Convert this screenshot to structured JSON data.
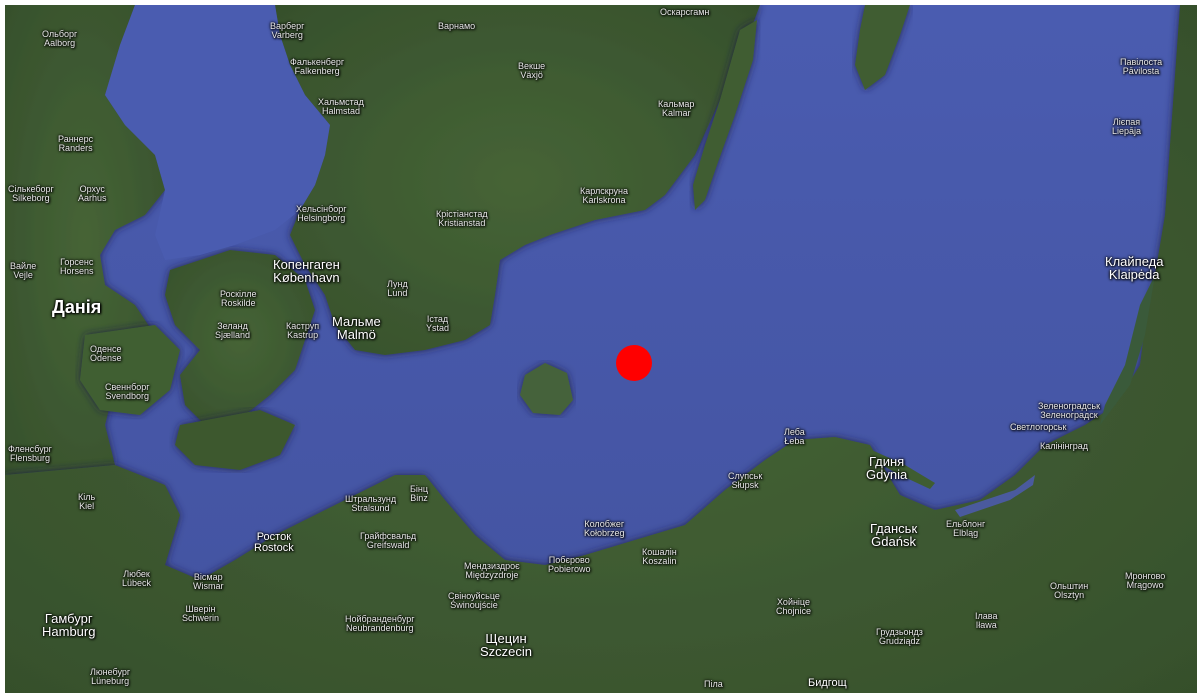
{
  "map": {
    "background": "satellite",
    "colors": {
      "sea": "#4657a8",
      "land": "#3f5a31",
      "marker": "#ff0000"
    },
    "marker": {
      "label": ""
    },
    "labels": {
      "denmark": "Данія",
      "copenhagen": [
        "Копенгаген",
        "København"
      ],
      "malmo": [
        "Мальме",
        "Malmö"
      ],
      "lund": [
        "Лунд",
        "Lund"
      ],
      "helsingborg": [
        "Хельсінборг",
        "Helsingborg"
      ],
      "kristianstad": [
        "Крістіанстад",
        "Kristianstad"
      ],
      "karlskrona": [
        "Карлскруна",
        "Karlskrona"
      ],
      "kalmar": [
        "Кальмар",
        "Kalmar"
      ],
      "vaxjo": [
        "Векше",
        "Växjö"
      ],
      "halmstad": [
        "Хальмстад",
        "Halmstad"
      ],
      "falkenberg": [
        "Фалькенберг",
        "Falkenberg"
      ],
      "varberg": [
        "Варберг",
        "Varberg"
      ],
      "aalborg": [
        "Ольборг",
        "Aalborg"
      ],
      "randers": [
        "Раннерс",
        "Randers"
      ],
      "aarhus": [
        "Орхус",
        "Aarhus"
      ],
      "silkeborg": [
        "Сількеборг",
        "Silkeborg"
      ],
      "horsens": [
        "Горсенс",
        "Horsens"
      ],
      "vejle": [
        "Вайле",
        "Vejle"
      ],
      "odense": [
        "Оденсе",
        "Odense"
      ],
      "svendborg": [
        "Свеннборг",
        "Svendborg"
      ],
      "roskilde": [
        "Роскілле",
        "Roskilde"
      ],
      "kastrup": [
        "Каструп",
        "Kastrup"
      ],
      "zeeland": [
        "Зеланд",
        "Sjælland"
      ],
      "ystad": [
        "Істад",
        "Ystad"
      ],
      "flensburg": [
        "Фленсбург",
        "Flensburg"
      ],
      "kiel": [
        "Кіль",
        "Kiel"
      ],
      "lubeck": [
        "Любек",
        "Lübeck"
      ],
      "hamburg": [
        "Гамбург",
        "Hamburg"
      ],
      "luneburg": [
        "Люнебург",
        "Lüneburg"
      ],
      "schwerin": [
        "Шверін",
        "Schwerin"
      ],
      "wismar": [
        "Вісмар",
        "Wismar"
      ],
      "rostock": [
        "Росток",
        "Rostock"
      ],
      "stralsund": [
        "Штральзунд",
        "Stralsund"
      ],
      "greifswald": [
        "Грайфсвальд",
        "Greifswald"
      ],
      "binz": [
        "Бінц",
        "Binz"
      ],
      "neubrandenburg": [
        "Нойбранденбург",
        "Neubrandenburg"
      ],
      "swinoujscie": [
        "Свіноуйсьце",
        "Świnoujście"
      ],
      "miedzyzdroje": [
        "Мендзиздроє",
        "Międzyzdroje"
      ],
      "szczecin": [
        "Щецин",
        "Szczecin"
      ],
      "kolobrzeg": [
        "Колобжег",
        "Kołobrzeg"
      ],
      "koszalin": [
        "Кошалін",
        "Koszalin"
      ],
      "pobierowo": [
        "Побєрово",
        "Pobierowo"
      ],
      "slupsk": [
        "Слупськ",
        "Słupsk"
      ],
      "leba": [
        "Леба",
        "Łeba"
      ],
      "gdynia": [
        "Гдиня",
        "Gdynia"
      ],
      "gdansk": [
        "Гданськ",
        "Gdańsk"
      ],
      "elblag": [
        "Ельблонг",
        "Elbląg"
      ],
      "chojnice": [
        "Хойніце",
        "Chojnice"
      ],
      "grudziadz": [
        "Грудзьондз",
        "Grudziądz"
      ],
      "ilawa": [
        "Ілава",
        "Iława"
      ],
      "olsztyn": [
        "Ольштин",
        "Olsztyn"
      ],
      "bydgoszcz": "Бидгощ",
      "kaliningrad": "Калінінград",
      "zelenogradsk": [
        "Зеленоградськ",
        "Зеленоградск"
      ],
      "svetlogorsk": "Светлогорськ",
      "klaipeda": [
        "Клайпеда",
        "Klaipėda"
      ],
      "liepaja": [
        "Лієпая",
        "Liepāja"
      ],
      "pavilosta": [
        "Павілоста",
        "Pāvilosta"
      ],
      "oskarshamn": "Оскарсгамн",
      "varnamo": "Варнамо",
      "pila": "Піла",
      "mragowo": [
        "Мронгово",
        "Mrągowo"
      ]
    }
  }
}
